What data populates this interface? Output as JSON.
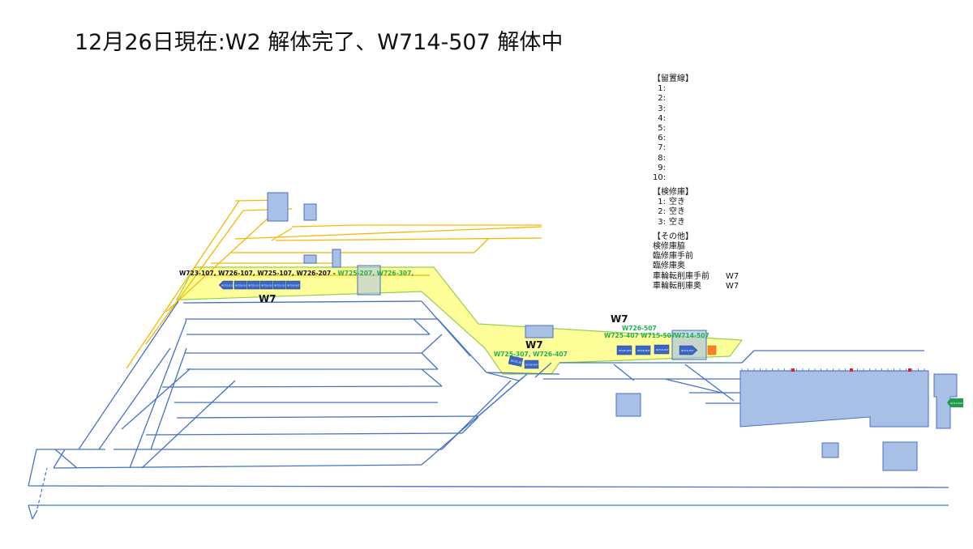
{
  "title": "12月26日現在:W2 解体完了、W714-507 解体中",
  "legend": {
    "storage_header": "【留置線】",
    "storage_tracks": [
      {
        "no": "1:",
        "value": ""
      },
      {
        "no": "2:",
        "value": ""
      },
      {
        "no": "3:",
        "value": ""
      },
      {
        "no": "4:",
        "value": ""
      },
      {
        "no": "5:",
        "value": ""
      },
      {
        "no": "6:",
        "value": ""
      },
      {
        "no": "7:",
        "value": ""
      },
      {
        "no": "8:",
        "value": ""
      },
      {
        "no": "9:",
        "value": ""
      },
      {
        "no": "10:",
        "value": ""
      }
    ],
    "inspection_header": "【検修庫】",
    "inspection_tracks": [
      {
        "no": "1:",
        "value": "空き"
      },
      {
        "no": "2:",
        "value": "空き"
      },
      {
        "no": "3:",
        "value": "空き"
      }
    ],
    "other_header": "【その他】",
    "other_items": [
      {
        "label": "検修庫脇",
        "value": ""
      },
      {
        "label": "臨修庫手前",
        "value": ""
      },
      {
        "label": "臨修庫奥",
        "value": ""
      },
      {
        "label": "車輪転削庫手前",
        "value": "W7"
      },
      {
        "label": "車輪転削庫奥",
        "value": "W7"
      }
    ]
  },
  "diagram": {
    "group1": {
      "label_black": "W723-107, W726-107, W725-107, W726-207 - ",
      "label_green": "W725-207, W726-307,",
      "formation": "W7"
    },
    "group2": {
      "label_green": "W725-307, W726-407",
      "formation": "W7"
    },
    "group3": {
      "formation": "W7",
      "label_top": "W726-507",
      "label_mid": "W725-407  W715-507",
      "label_box": "W714-507"
    },
    "car_labels_group1": [
      "W723-107",
      "W726-107",
      "W725-107",
      "W726-207",
      "W725-207",
      "W726-307"
    ],
    "car_labels_group2": [
      "W725-307",
      "W726-407"
    ],
    "car_labels_group3": [
      "W725-407",
      "W726-507",
      "W715-507",
      "W714-507"
    ],
    "exit_marker": "W714-507",
    "colors": {
      "track": "#4472c4",
      "yard_track": "#f5b800",
      "highlight_fill": "#ffff99",
      "highlight_stroke": "#92d050",
      "building": "#a9c0e6",
      "building_stroke": "#4472c4",
      "car": "#3c66c4",
      "orange_marker": "#ff7f27",
      "green_marker": "#1e9e4b",
      "label_green": "#22b04b"
    }
  }
}
